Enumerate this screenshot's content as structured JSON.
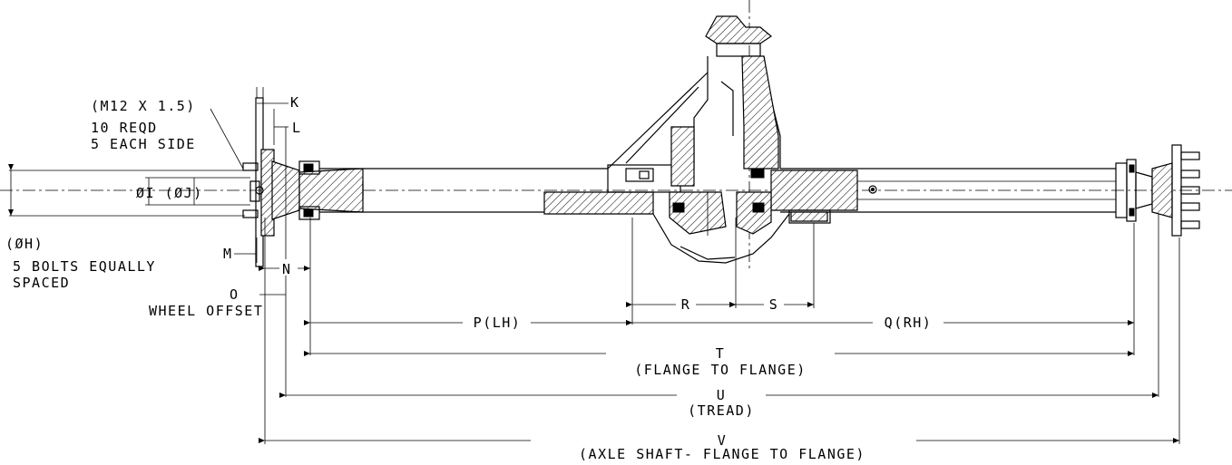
{
  "labels": {
    "thread": "(M12 X 1.5)",
    "reqd": "10 REQD",
    "each_side": "5 EACH SIDE",
    "k": "K",
    "l": "L",
    "dia_ij": "ØI (ØJ)",
    "dia_h": "(ØH)",
    "bolts": "5 BOLTS EQUALLY",
    "spaced": "SPACED",
    "m": "M",
    "n": "N",
    "o": "O",
    "wheel_offset": "WHEEL OFFSET",
    "p": "P(LH)",
    "q": "Q(RH)",
    "r": "R",
    "s": "S",
    "t": "T",
    "t_desc": "(FLANGE TO FLANGE)",
    "u": "U",
    "u_desc": "(TREAD)",
    "v": "V",
    "v_desc": "(AXLE SHAFT- FLANGE TO FLANGE)"
  }
}
